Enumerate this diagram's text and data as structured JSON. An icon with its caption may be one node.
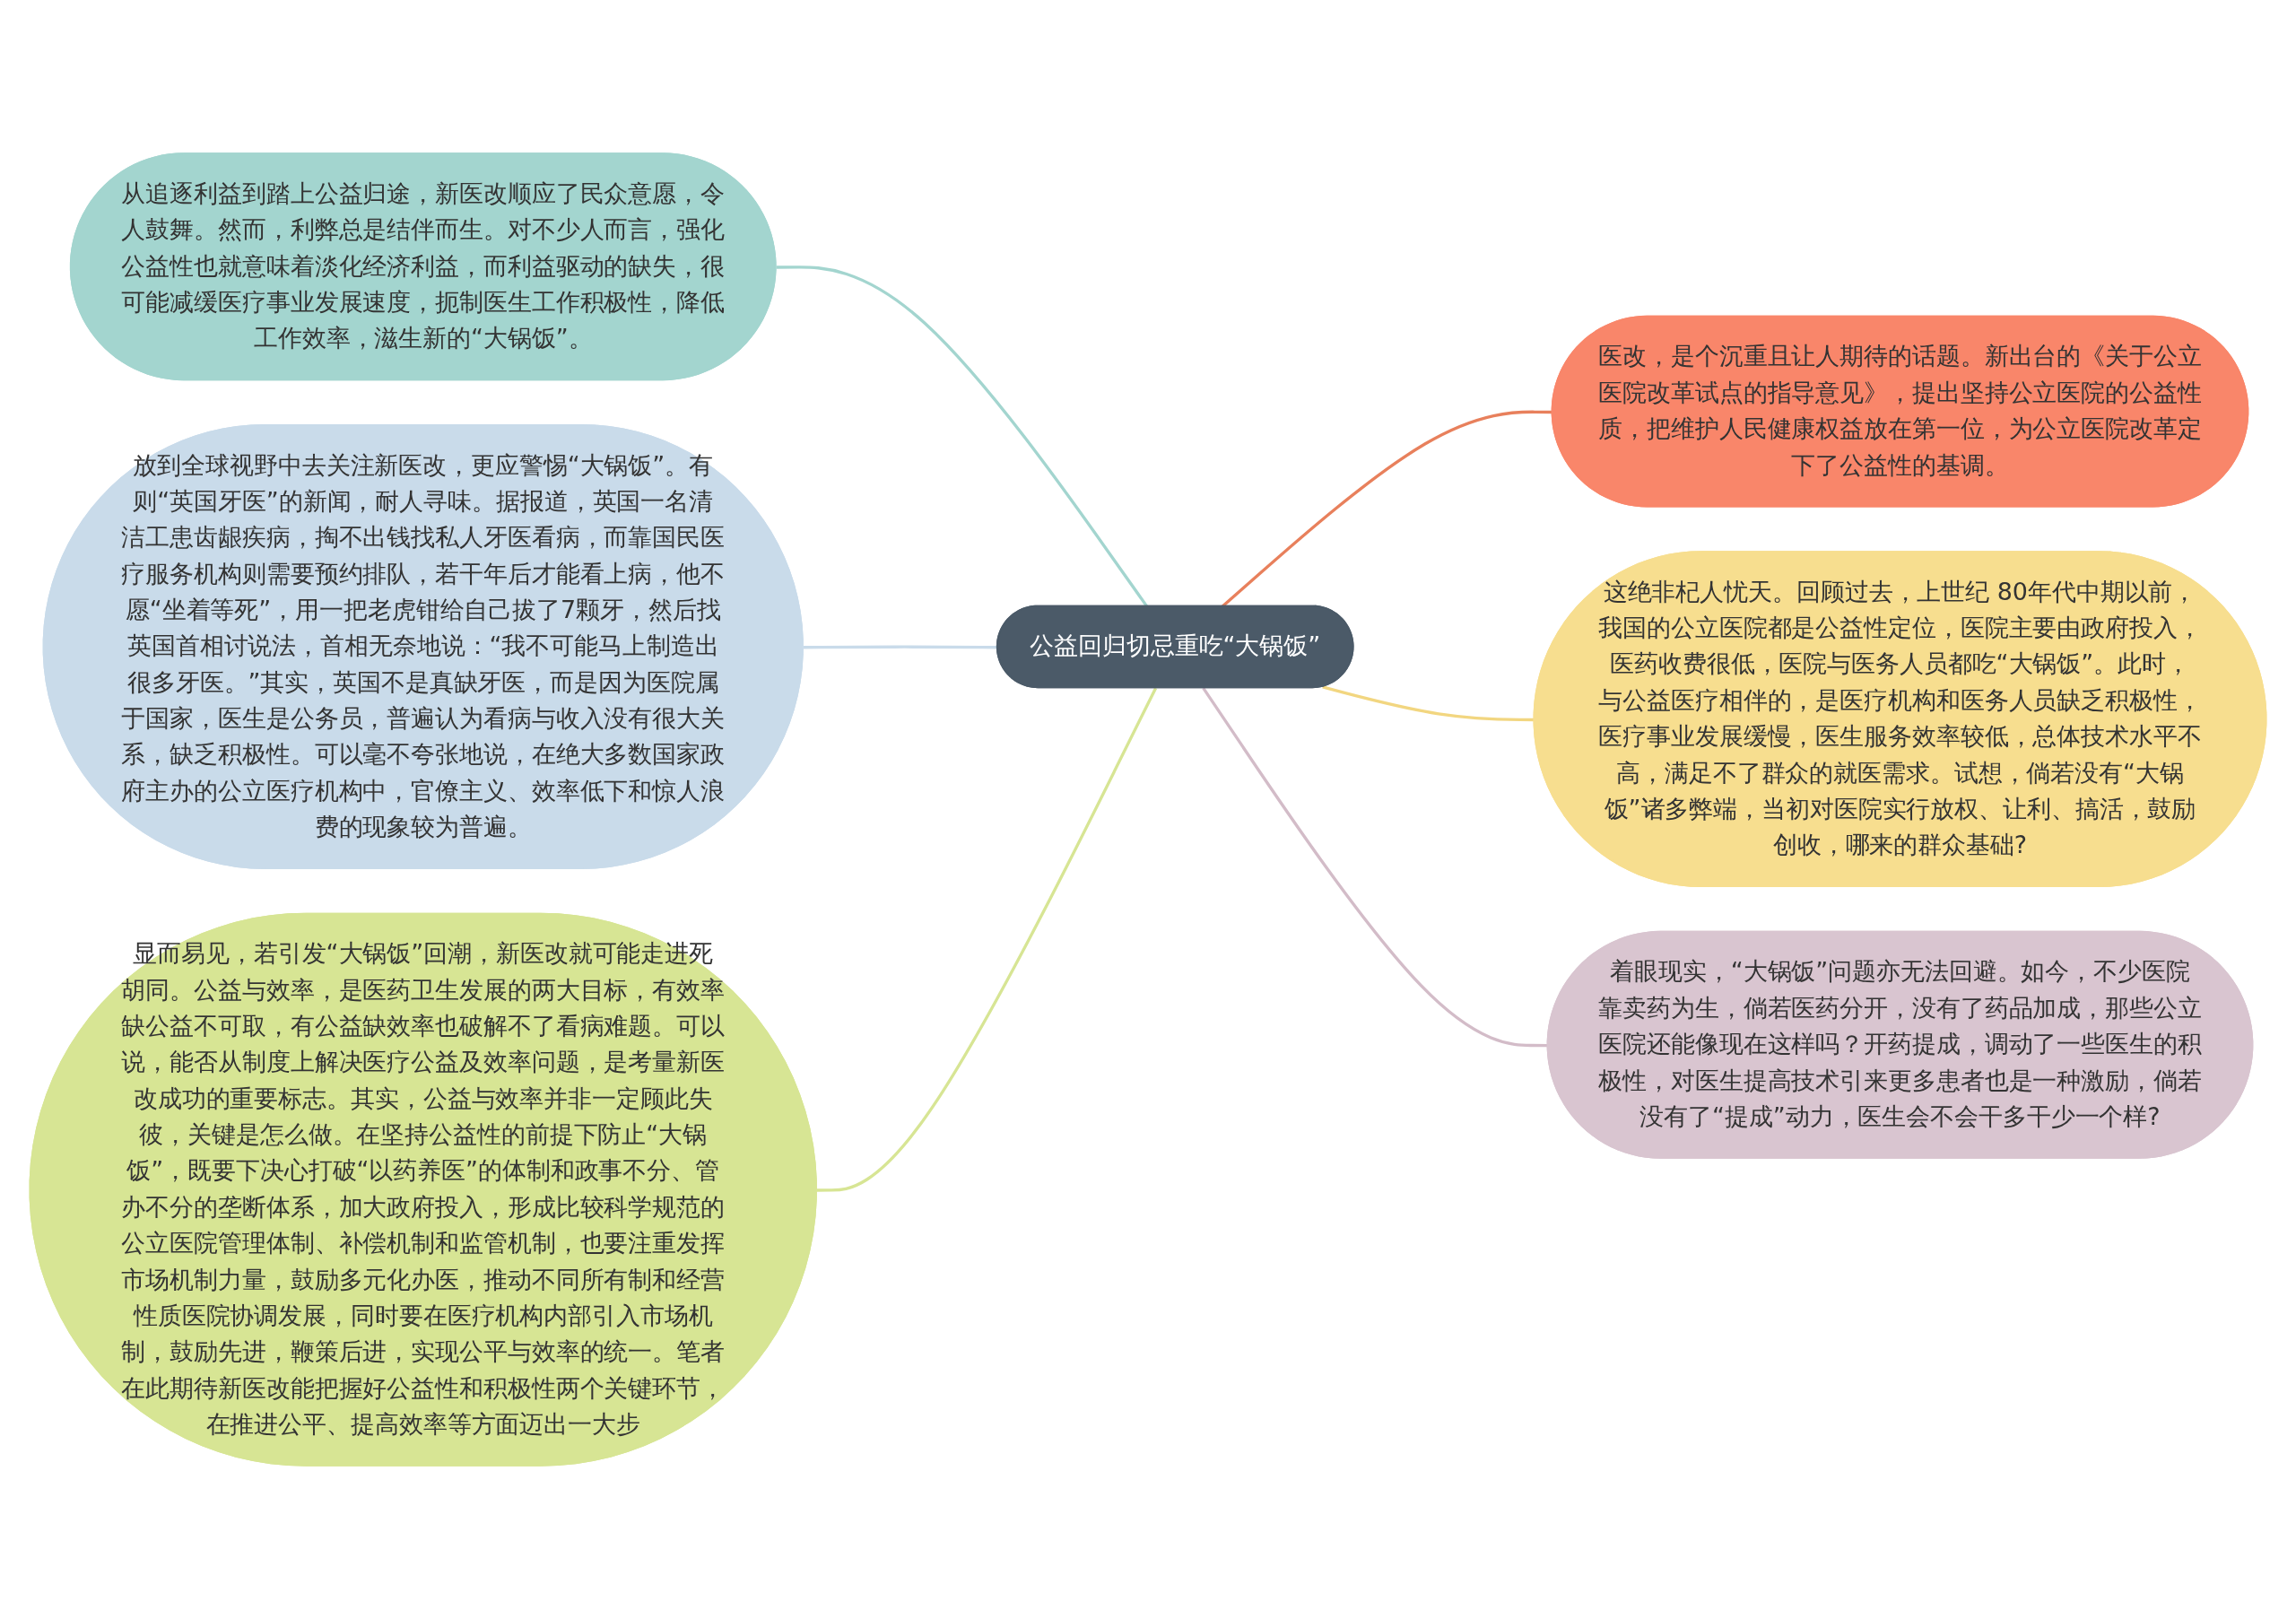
{
  "diagram": {
    "nodes": [
      {
        "text": [
          "公益回归切忌重吃“大锅饭”"
        ]
      },
      {
        "text": [
          "从追逐利益到踏上公益归途，新医改顺应了民众意愿，令人鼓舞。然而，利弊总是结伴而生。对不少人而言，强化公益性也就意味着淡化经济利益，而利益驱动的缺失，很可能减缓医疗事业发展速度，扼制医生工作积极性，降低工作效率，滋生新的“大锅饭”。"
        ]
      },
      {
        "text": [
          "放到全球视野中去关注新医改，更应警惕“大锅饭”。有则“英国牙医”的新闻，耐人寻味。据报道，英国一名清洁工患齿龈疾病，掏不出钱找私人牙医看病，而靠国民医疗服务机构则需要预约排队，若干年后才能看上病，他不愿“坐着等死”，用一把老虎钳给自己拔了7颗牙，然后找英国首相讨说法，首相无奈地说：“我不可能马上制造出很多牙医。”其实，英国不是真缺牙医，而是因为医院属于国家，医生是公务员，普遍认为看病与收入没有很大关系，缺乏积极性。可以毫不夸张地说，在绝大多数国家政府主办的公立医疗机构中，官僚主义、效率低下和惊人浪费的现象较为普遍。"
        ]
      },
      {
        "text": [
          "显而易见，若引发“大锅饭”回潮，新医改就可能走进死胡同。公益与效率，是医药卫生发展的两大目标，有效率缺公益不可取，有公益缺效率也破解不了看病难题。可以说，能否从制度上解决医疗公益及效率问题，是考量新医改成功的重要标志。其实，公益与效率并非一定顾此失彼，关键是怎么做。在坚持公益性的前提下防止“大锅饭”，既要下决心打破“以药养医”的体制和政事不分、管办不分的垄断体系，加大政府投入，形成比较科学规范的公立医院管理体制、补偿机制和监管机制，也要注重发挥市场机制力量，鼓励多元化办医，推动不同所有制和经营性质医院协调发展，同时要在医疗机构内部引入市场机制，鼓励先进，鞭策后进，实现公平与效率的统一。笔者在此期待新医改能把握好公益性和积极性两个关键环节，在推进公平、提高效率等方面迈出一大步"
        ]
      },
      {
        "text": [
          "医改，是个沉重且让人期待的话题。新出台的《关于公立医院改革试点的指导意见》，提出坚持公立医院的公益性质，把维护人民健康权益放在第一位，为公立医院改革定下了公益性的基调。"
        ]
      },
      {
        "text": [
          "这绝非杞人忧天。回顾过去，上世纪 80年代中期以前，我国的公立医院都是公益性定位，医院主要由政府投入，医药收费很低，医院与医务人员都吃“大锅饭”。此时，与公益医疗相伴的，是医疗机构和医务人员缺乏积极性，医疗事业发展缓慢，医生服务效率较低，总体技术水平不高，满足不了群众的就医需求。试想，倘若没有“大锅饭”诸多弊端，当初对医院实行放权、让利、搞活，鼓励创收，哪来的群众基础?"
        ]
      },
      {
        "text": [
          "着眼现实，“大锅饭”问题亦无法回避。如今，不少医院靠卖药为生，倘若医药分开，没有了药品加成，那些公立医院还能像现在这样吗？开药提成，调动了一些医生的积极性，对医生提高技术引来更多患者也是一种激励，倘若没有了“提成”动力，医生会不会干多干少一个样?"
        ]
      }
    ],
    "edges": [
      {
        "from": 1,
        "to": 0,
        "arrow": "none",
        "color": "#a3d5cf"
      },
      {
        "from": 2,
        "to": 0,
        "arrow": "none",
        "color": "#c9dbea"
      },
      {
        "from": 3,
        "to": 0,
        "arrow": "none",
        "color": "#d7e594"
      },
      {
        "from": 0,
        "to": 4,
        "arrow": "none",
        "color": "#e8805c"
      },
      {
        "from": 0,
        "to": 5,
        "arrow": "none",
        "color": "#f2d680"
      },
      {
        "from": 0,
        "to": 6,
        "arrow": "none",
        "color": "#d3bcc8"
      }
    ]
  }
}
